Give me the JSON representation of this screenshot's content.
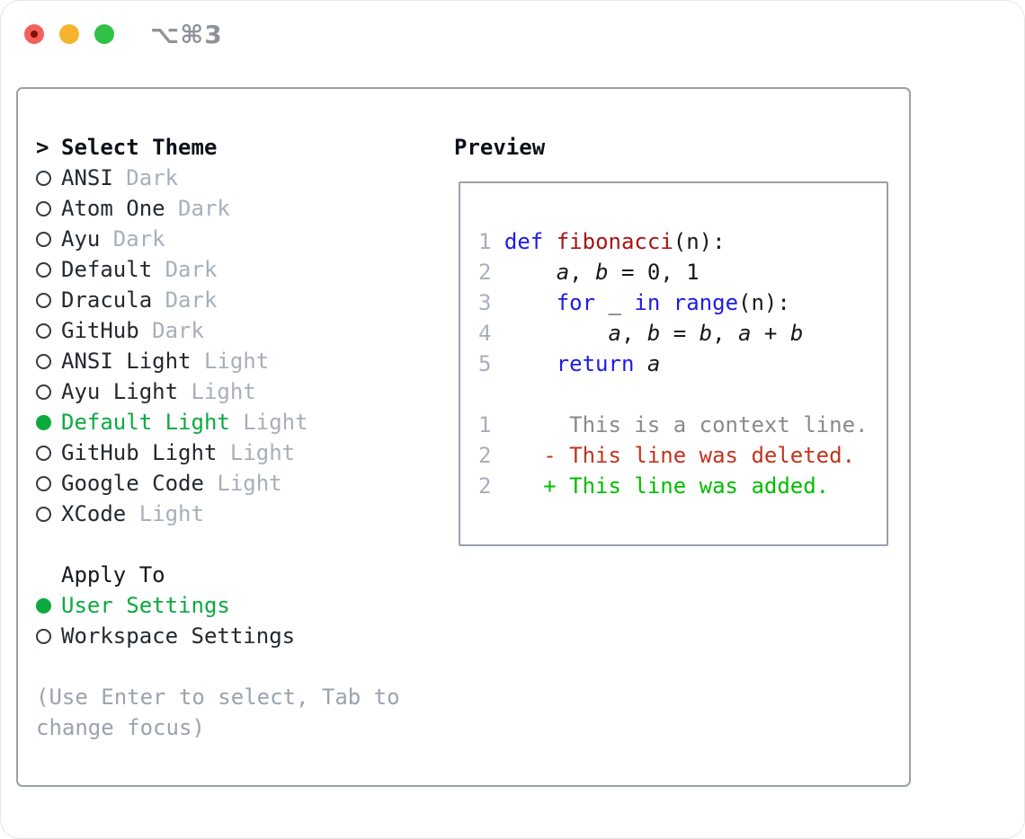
{
  "titlebar": {
    "shortcut": "⌥⌘3",
    "traffic_lights": [
      {
        "name": "close",
        "color": "#f2605a",
        "dot_color": "#7e120d"
      },
      {
        "name": "minimize",
        "color": "#f6b42e"
      },
      {
        "name": "zoom",
        "color": "#30c146"
      }
    ]
  },
  "theme_selector": {
    "title": "Select Theme",
    "cursor": ">",
    "items": [
      {
        "name": "ANSI",
        "variant": "Dark",
        "selected": false
      },
      {
        "name": "Atom One",
        "variant": "Dark",
        "selected": false
      },
      {
        "name": "Ayu",
        "variant": "Dark",
        "selected": false
      },
      {
        "name": "Default",
        "variant": "Dark",
        "selected": false
      },
      {
        "name": "Dracula",
        "variant": "Dark",
        "selected": false
      },
      {
        "name": "GitHub",
        "variant": "Dark",
        "selected": false
      },
      {
        "name": "ANSI Light",
        "variant": "Light",
        "selected": false
      },
      {
        "name": "Ayu Light",
        "variant": "Light",
        "selected": false
      },
      {
        "name": "Default Light",
        "variant": "Light",
        "selected": true
      },
      {
        "name": "GitHub Light",
        "variant": "Light",
        "selected": false
      },
      {
        "name": "Google Code",
        "variant": "Light",
        "selected": false
      },
      {
        "name": "XCode",
        "variant": "Light",
        "selected": false
      }
    ]
  },
  "apply_to": {
    "title": "Apply To",
    "options": [
      {
        "label": "User Settings",
        "selected": true
      },
      {
        "label": "Workspace Settings",
        "selected": false
      }
    ]
  },
  "hint_lines": [
    "(Use Enter to select, Tab to",
    "change focus)"
  ],
  "preview": {
    "title": "Preview",
    "lines": [
      [
        {
          "t": "1 ",
          "c": "num"
        },
        {
          "t": "def",
          "c": "kw"
        },
        {
          "t": " ",
          "c": "plain"
        },
        {
          "t": "fibonacci",
          "c": "fn"
        },
        {
          "t": "(n):",
          "c": "plain"
        }
      ],
      [
        {
          "t": "2",
          "c": "num"
        },
        {
          "t": "     ",
          "c": "plain"
        },
        {
          "t": "a",
          "c": "var"
        },
        {
          "t": ", ",
          "c": "plain"
        },
        {
          "t": "b",
          "c": "var"
        },
        {
          "t": " = 0, 1",
          "c": "plain"
        }
      ],
      [
        {
          "t": "3",
          "c": "num"
        },
        {
          "t": "     ",
          "c": "plain"
        },
        {
          "t": "for",
          "c": "kw"
        },
        {
          "t": " _ ",
          "c": "plain"
        },
        {
          "t": "in",
          "c": "kw"
        },
        {
          "t": " ",
          "c": "plain"
        },
        {
          "t": "range",
          "c": "kw"
        },
        {
          "t": "(n):",
          "c": "plain"
        }
      ],
      [
        {
          "t": "4",
          "c": "num"
        },
        {
          "t": "         ",
          "c": "plain"
        },
        {
          "t": "a",
          "c": "var"
        },
        {
          "t": ", ",
          "c": "plain"
        },
        {
          "t": "b",
          "c": "var"
        },
        {
          "t": " = ",
          "c": "plain"
        },
        {
          "t": "b",
          "c": "var"
        },
        {
          "t": ", ",
          "c": "plain"
        },
        {
          "t": "a",
          "c": "var"
        },
        {
          "t": " + ",
          "c": "plain"
        },
        {
          "t": "b",
          "c": "var"
        }
      ],
      [
        {
          "t": "5",
          "c": "num"
        },
        {
          "t": "     ",
          "c": "plain"
        },
        {
          "t": "return",
          "c": "kw"
        },
        {
          "t": " ",
          "c": "plain"
        },
        {
          "t": "a",
          "c": "var"
        }
      ],
      [],
      [
        {
          "t": "1",
          "c": "num"
        },
        {
          "t": "      This is a context line.",
          "c": "ctx"
        }
      ],
      [
        {
          "t": "2",
          "c": "num"
        },
        {
          "t": "    ",
          "c": "plain"
        },
        {
          "t": "- This line was deleted.",
          "c": "del"
        }
      ],
      [
        {
          "t": "2",
          "c": "num"
        },
        {
          "t": "    ",
          "c": "plain"
        },
        {
          "t": "+ This line was added.",
          "c": "add"
        }
      ]
    ]
  },
  "colors": {
    "selection_green": "#0caa3e",
    "added_green": "#00bd00",
    "deleted_red": "#c1341e",
    "context_gray": "#8a8a8a",
    "keyword_blue": "#1b1ce6",
    "function_red": "#a81414",
    "line_number_gray": "#a7afbb",
    "variant_gray": "#a7afbb",
    "hint_gray": "#9aa3af",
    "text_dark": "#24292e",
    "panel_border_gray": "#98a1ac"
  }
}
